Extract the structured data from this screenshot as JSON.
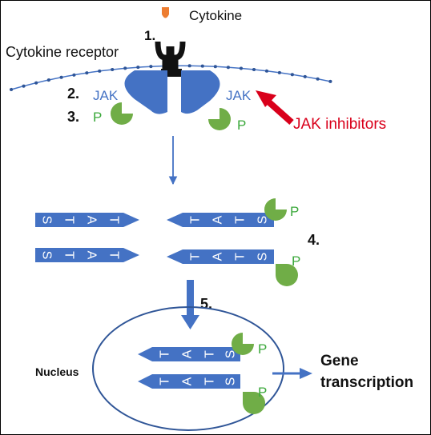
{
  "labels": {
    "cytokine": "Cytokine",
    "cytokine_receptor": "Cytokine receptor",
    "jak_left": "JAK",
    "jak_right": "JAK",
    "jak_inhibitors": "JAK inhibitors",
    "p": "P",
    "nucleus": "Nucleus",
    "gene": "Gene",
    "transcription": "transcription"
  },
  "steps": [
    "1.",
    "2.",
    "3.",
    "4.",
    "5."
  ],
  "stat_letters": [
    "S",
    "T",
    "A",
    "T"
  ],
  "colors": {
    "blue": "#4472c4",
    "dark_blue": "#2f5597",
    "green": "#70ad47",
    "green_text": "#3aa83a",
    "red": "#d9001b",
    "orange": "#ed7d31",
    "membrane_dot": "#2f5597"
  }
}
